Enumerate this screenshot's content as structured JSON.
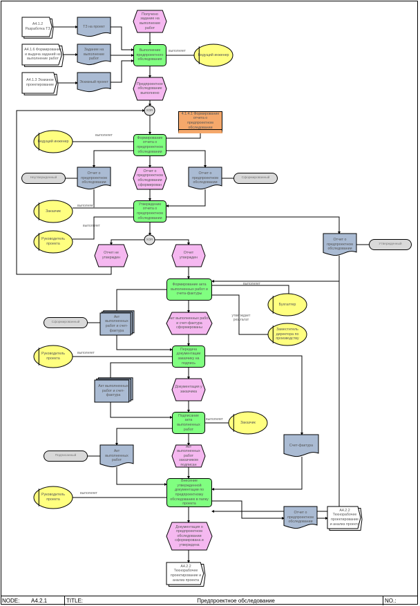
{
  "nodes": {
    "iface_a412": "А4.1.2 Разработка ТЗ",
    "iface_a416": "А4.1.6 Формирование и выдача заданий на выполнение работ",
    "iface_a413": "А4.1.3 Эскизное проектирование",
    "doc_tz": "ТЗ на проект",
    "doc_task": "Задание на выполнение работ",
    "doc_sketch": "Эскизный проект",
    "ev_task_received": "Получено задание на выполнение работ",
    "fn_survey": "Выполнение предпроектного обследования",
    "org_lead1": "Ведущий инженер",
    "ev_survey_done": "Предпроектное обследование выполнено",
    "xor1": "XOR",
    "orange_4141": "4.1.4.1 Формирование отчета о предпроектном обследовании",
    "org_lead2": "Ведущий инженер",
    "fn_report": "Формирование отчета о предпроектном обследовании",
    "doc_report_left": "Отчет о предпроектном обследовании",
    "state_unapproved": "Неутвержденный",
    "ev_report_formed": "Отчет о предпроектном обследовании сформирован",
    "doc_report_right": "Отчет о предпроектном обследовании",
    "state_formed1": "Сформированный",
    "fn_approve": "Утверждение отчета о предпроектном обследовании",
    "org_customer1": "Заказчик",
    "org_pm1": "Руководитель проекта",
    "xor2": "XOR",
    "ev_not_approved": "Отчет не утвержден",
    "ev_approved": "Отчет утвержден",
    "doc_report_approved": "Отчет о предпроектном обследовании",
    "state_approved": "Утвержденный",
    "fn_act": "Формирование акта выполненных работ и счета-фактуры",
    "org_accountant": "Бухгалтер",
    "org_deputy": "Заместитель директора по производству",
    "doc_act_stack1": "Акт выполненных работ и счет-фактура",
    "state_formed2": "Сформированный",
    "ev_act_formed": "Акт выполненных работ и счет-фактура сформированы",
    "fn_transfer": "Передача документации заказчику на подпись",
    "org_pm2": "Руководитель проекта",
    "doc_act_stack2": "Акт выполненных работ и счет-фактура",
    "ev_docs_at_customer": "Документация у заказчика",
    "fn_sign": "Подписание акта выполненных работ",
    "org_customer2": "Заказчик",
    "doc_act_signed": "Акт выполненных работ",
    "state_signed": "Подписанный",
    "ev_act_signed": "Акт выполненных работ заказчиком подписан",
    "doc_invoice": "Счет-фактура",
    "fn_archive": "Внесение утвержденной документации по предпроектному обследованию в папку проекта",
    "org_pm3": "Руководитель проекта",
    "ev_docs_done": "Документация о предпроектном обследовании сформирована и утверждена",
    "iface_a422_bottom": "А4.2.2 Технорабочее проектирование и анализ проекта",
    "doc_report_final": "Отчет о предпроектном обследовании",
    "iface_a422_right": "А4.2.2 Технорабочее проектирование и анализ проекта"
  },
  "labels": {
    "performs": "выполняет",
    "approves_result": "утверждает результат"
  },
  "footer": {
    "node_label": "NODE:",
    "node_value": "А4.2.1",
    "title_label": "TITLE:",
    "title_value": "Предпроектное обследование",
    "no_label": "NO.:"
  },
  "colors": {
    "function": "#80ff80",
    "event": "#f5b8f0",
    "document": "#aabbd3",
    "org_unit": "#ffff80",
    "state": "#d9d9d9",
    "external": "#f5a86b"
  }
}
